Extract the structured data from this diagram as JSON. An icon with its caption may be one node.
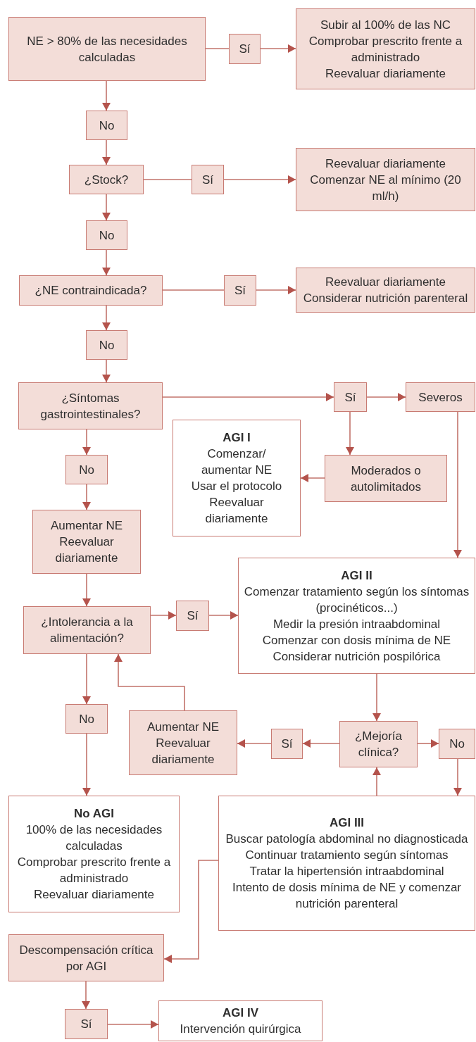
{
  "diagram": {
    "nodes": [
      {
        "text": [
          "NE > 80% de las necesidades calculadas"
        ]
      },
      {
        "text": [
          "Sí"
        ]
      },
      {
        "text": [
          "Subir al 100% de las NC",
          "Comprobar prescrito frente a administrado",
          "Reevaluar diariamente"
        ]
      },
      {
        "text": [
          "No"
        ]
      },
      {
        "text": [
          "¿Stock?"
        ]
      },
      {
        "text": [
          "Sí"
        ]
      },
      {
        "text": [
          "Reevaluar diariamente",
          "Comenzar NE al mínimo (20 ml/h)"
        ]
      },
      {
        "text": [
          "No"
        ]
      },
      {
        "text": [
          "¿NE contraindicada?"
        ]
      },
      {
        "text": [
          "Sí"
        ]
      },
      {
        "text": [
          "Reevaluar diariamente",
          "Considerar nutrición parenteral"
        ]
      },
      {
        "text": [
          "No"
        ]
      },
      {
        "text": [
          "¿Síntomas gastrointestinales?"
        ]
      },
      {
        "text": [
          "Sí"
        ]
      },
      {
        "text": [
          "Severos"
        ]
      },
      {
        "text": [
          "AGI I",
          "Comenzar/ aumentar NE",
          "Usar el protocolo",
          "Reevaluar diariamente"
        ]
      },
      {
        "text": [
          "Moderados o autolimitados"
        ]
      },
      {
        "text": [
          "No"
        ]
      },
      {
        "text": [
          "Aumentar NE",
          "Reevaluar diariamente"
        ]
      },
      {
        "text": [
          "AGI II",
          "Comenzar tratamiento según los síntomas (procinéticos...)",
          "Medir la presión intraabdominal",
          "Comenzar con dosis mínima de NE",
          "Considerar nutrición pospilórica"
        ]
      },
      {
        "text": [
          "¿Intolerancia a la alimentación?"
        ]
      },
      {
        "text": [
          "Sí"
        ]
      },
      {
        "text": [
          "No"
        ]
      },
      {
        "text": [
          "Aumentar NE",
          "Reevaluar diariamente"
        ]
      },
      {
        "text": [
          "Sí"
        ]
      },
      {
        "text": [
          "¿Mejoría clínica?"
        ]
      },
      {
        "text": [
          "No"
        ]
      },
      {
        "text": [
          "No AGI",
          "100% de las necesidades calculadas",
          "Comprobar prescrito frente a administrado",
          "Reevaluar diariamente"
        ]
      },
      {
        "text": [
          "AGI III",
          "Buscar patología abdominal no diagnosticada",
          "Continuar tratamiento según síntomas",
          "Tratar la hipertensión intraabdominal",
          "Intento de dosis mínima de NE y comenzar nutrición parenteral"
        ]
      },
      {
        "text": [
          "Descompensación crítica por AGI"
        ]
      },
      {
        "text": [
          "Sí"
        ]
      },
      {
        "text": [
          "AGI IV",
          "Intervención quirúrgica"
        ]
      }
    ],
    "edges": [
      {
        "from": 0,
        "to": 1,
        "arrow": "none"
      },
      {
        "from": 1,
        "to": 2,
        "arrow": "to"
      },
      {
        "from": 0,
        "to": 3,
        "arrow": "to"
      },
      {
        "from": 3,
        "to": 4,
        "arrow": "to"
      },
      {
        "from": 4,
        "to": 5,
        "arrow": "none"
      },
      {
        "from": 5,
        "to": 6,
        "arrow": "to"
      },
      {
        "from": 4,
        "to": 7,
        "arrow": "to"
      },
      {
        "from": 7,
        "to": 8,
        "arrow": "to"
      },
      {
        "from": 8,
        "to": 9,
        "arrow": "none"
      },
      {
        "from": 9,
        "to": 10,
        "arrow": "to"
      },
      {
        "from": 8,
        "to": 11,
        "arrow": "to"
      },
      {
        "from": 11,
        "to": 12,
        "arrow": "to"
      },
      {
        "from": 12,
        "to": 13,
        "arrow": "to"
      },
      {
        "from": 13,
        "to": 14,
        "arrow": "to"
      },
      {
        "from": 13,
        "to": 16,
        "arrow": "to"
      },
      {
        "from": 16,
        "to": 15,
        "arrow": "to"
      },
      {
        "from": 14,
        "to": 19,
        "arrow": "to"
      },
      {
        "from": 12,
        "to": 17,
        "arrow": "to"
      },
      {
        "from": 17,
        "to": 18,
        "arrow": "to"
      },
      {
        "from": 18,
        "to": 20,
        "arrow": "to"
      },
      {
        "from": 20,
        "to": 21,
        "arrow": "to"
      },
      {
        "from": 21,
        "to": 19,
        "arrow": "to"
      },
      {
        "from": 20,
        "to": 22,
        "arrow": "to"
      },
      {
        "from": 22,
        "to": 27,
        "arrow": "to"
      },
      {
        "from": 19,
        "to": 25,
        "arrow": "to"
      },
      {
        "from": 25,
        "to": 24,
        "arrow": "to"
      },
      {
        "from": 24,
        "to": 23,
        "arrow": "to"
      },
      {
        "from": 23,
        "to": 20,
        "arrow": "to"
      },
      {
        "from": 25,
        "to": 26,
        "arrow": "to"
      },
      {
        "from": 26,
        "to": 28,
        "arrow": "to"
      },
      {
        "from": 28,
        "to": 25,
        "arrow": "to"
      },
      {
        "from": 28,
        "to": 29,
        "arrow": "to"
      },
      {
        "from": 29,
        "to": 30,
        "arrow": "to"
      },
      {
        "from": 30,
        "to": 31,
        "arrow": "to"
      }
    ]
  }
}
